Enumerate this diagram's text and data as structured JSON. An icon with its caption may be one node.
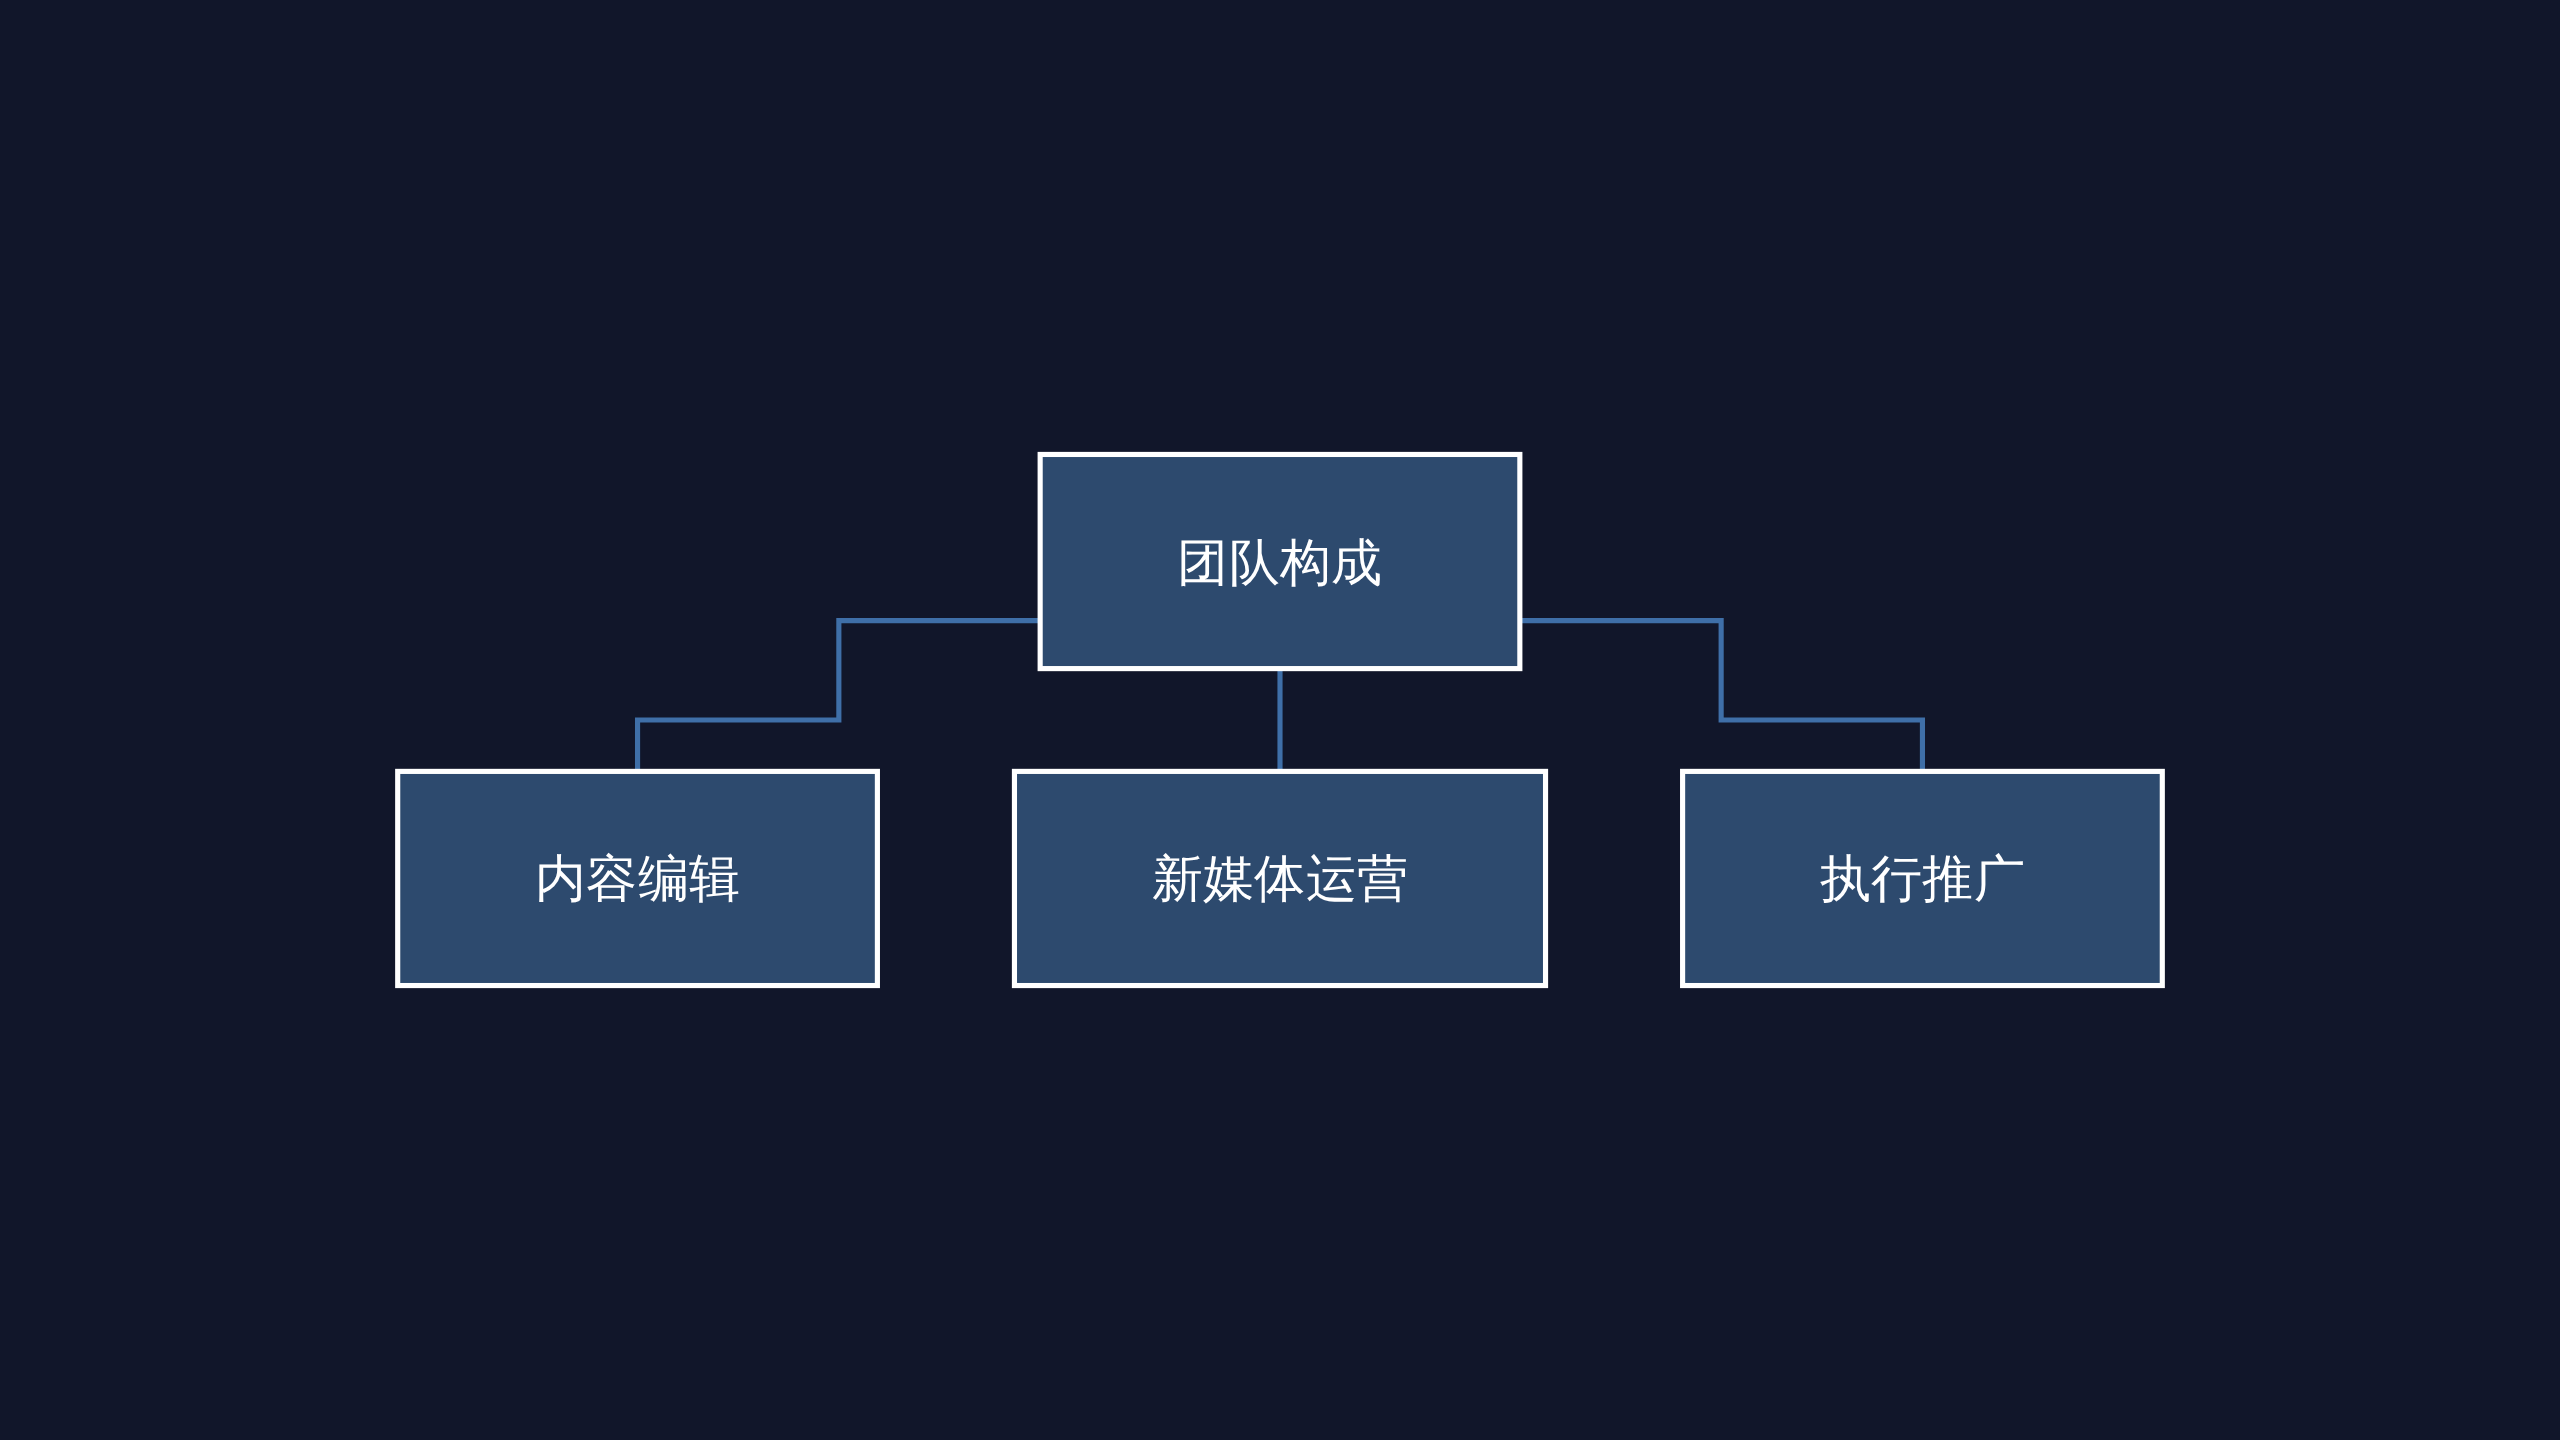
{
  "diagram": {
    "nodes": [
      {
        "text": [
          "团队构成"
        ]
      },
      {
        "text": [
          "内容编辑"
        ]
      },
      {
        "text": [
          "新媒体运营"
        ]
      },
      {
        "text": [
          "执行推广"
        ]
      }
    ],
    "edges": [
      {
        "from": 0,
        "to": 1,
        "arrow": "none"
      },
      {
        "from": 0,
        "to": 2,
        "arrow": "none"
      },
      {
        "from": 0,
        "to": 3,
        "arrow": "none"
      }
    ]
  }
}
